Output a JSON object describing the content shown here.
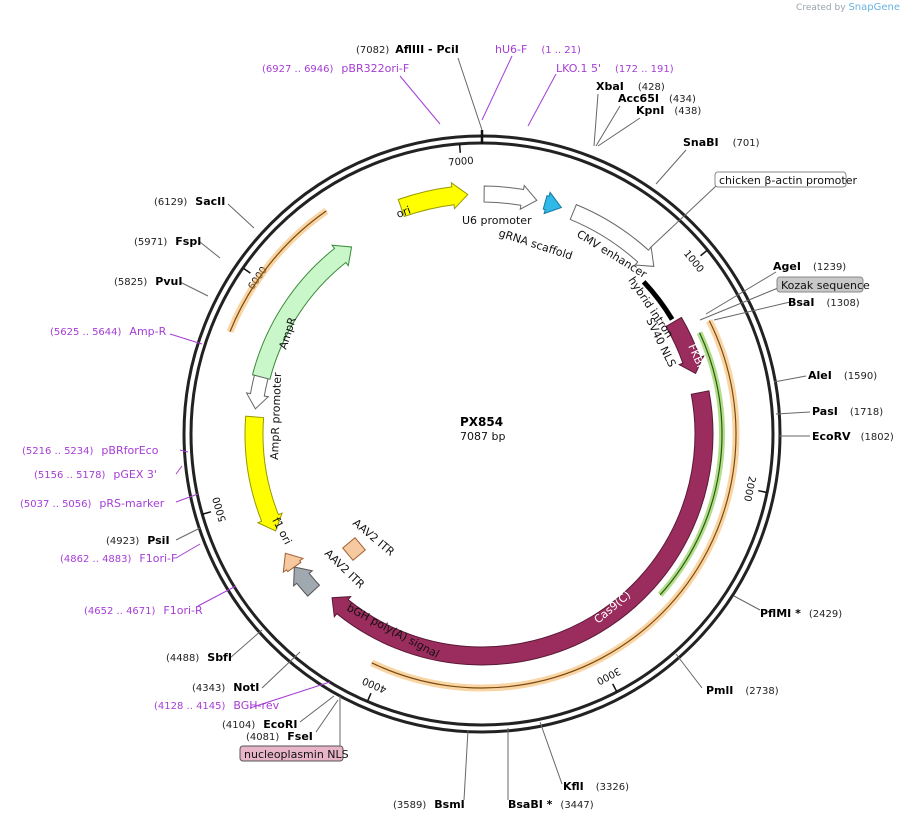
{
  "header": {
    "created_by": "Created by",
    "brand": "SnapGene"
  },
  "plasmid": {
    "name": "PX854",
    "length_label": "7087 bp",
    "length": 7087
  },
  "ticks": [
    "1000",
    "2000",
    "3000",
    "4000",
    "5000",
    "6000",
    "7000"
  ],
  "sites": [
    {
      "name": "AflIII",
      "sep": " - ",
      "name2": "PciI",
      "pos": "(7082)",
      "bp": 7082
    },
    {
      "name": "XbaI",
      "pos": "(428)",
      "bp": 428
    },
    {
      "name": "Acc65I",
      "pos": "(434)",
      "bp": 434
    },
    {
      "name": "KpnI",
      "pos": "(438)",
      "bp": 438
    },
    {
      "name": "SnaBI",
      "pos": "(701)",
      "bp": 701
    },
    {
      "name": "AgeI",
      "pos": "(1239)",
      "bp": 1239
    },
    {
      "name": "BsaI",
      "pos": "(1308)",
      "bp": 1308
    },
    {
      "name": "AleI",
      "pos": "(1590)",
      "bp": 1590
    },
    {
      "name": "PasI",
      "pos": "(1718)",
      "bp": 1718
    },
    {
      "name": "EcoRV",
      "pos": "(1802)",
      "bp": 1802
    },
    {
      "name": "PflMI *",
      "pos": "(2429)",
      "bp": 2429
    },
    {
      "name": "PmlI",
      "pos": "(2738)",
      "bp": 2738
    },
    {
      "name": "KflI",
      "pos": "(3326)",
      "bp": 3326
    },
    {
      "name": "BsaBI *",
      "pos": "(3447)",
      "bp": 3447
    },
    {
      "name": "BsmI",
      "pos": "(3589)",
      "bp": 3589
    },
    {
      "name": "FseI",
      "pos": "(4081)",
      "bp": 4081
    },
    {
      "name": "EcoRI",
      "pos": "(4104)",
      "bp": 4104
    },
    {
      "name": "NotI",
      "pos": "(4343)",
      "bp": 4343
    },
    {
      "name": "SbfI",
      "pos": "(4488)",
      "bp": 4488
    },
    {
      "name": "PsiI",
      "pos": "(4923)",
      "bp": 4923
    },
    {
      "name": "PvuI",
      "pos": "(5825)",
      "bp": 5825
    },
    {
      "name": "FspI",
      "pos": "(5971)",
      "bp": 5971
    },
    {
      "name": "SacII",
      "pos": "(6129)",
      "bp": 6129
    }
  ],
  "primers": [
    {
      "name": "hU6-F",
      "range": "(1 .. 21)"
    },
    {
      "name": "LKO.1 5'",
      "range": "(172 .. 191)"
    },
    {
      "name": "pBR322ori-F",
      "range": "(6927 .. 6946)"
    },
    {
      "name": "Amp-R",
      "range": "(5625 .. 5644)"
    },
    {
      "name": "pBRforEco",
      "range": "(5216 .. 5234)"
    },
    {
      "name": "pGEX 3'",
      "range": "(5156 .. 5178)"
    },
    {
      "name": "pRS-marker",
      "range": "(5037 .. 5056)"
    },
    {
      "name": "F1ori-F",
      "range": "(4862 .. 4883)"
    },
    {
      "name": "F1ori-R",
      "range": "(4652 .. 4671)"
    },
    {
      "name": "BGH-rev",
      "range": "(4128 .. 4145)"
    }
  ],
  "boxed_labels": {
    "chicken_actin": "chicken β-actin promoter",
    "kozak": "Kozak sequence",
    "nucleoplasmin": "nucleoplasmin NLS"
  },
  "features": {
    "ori": "ori",
    "u6": "U6 promoter",
    "grna": "gRNA scaffold",
    "cmv": "CMV enhancer",
    "hybrid": "hybrid intron",
    "sv40": "SV40 NLS",
    "fkbp": "FKBP",
    "cas9": "Cas9(C)",
    "bgh": "bGH poly(A) signal",
    "aav2a": "AAV2 ITR",
    "aav2b": "AAV2 ITR",
    "f1": "f1 ori",
    "ampr": "AmpR",
    "amprp": "AmpR promoter"
  },
  "colors": {
    "site_text": "#000000",
    "primer": "#a63dd6",
    "ori": "#ffff00",
    "fkbp": "#9b2c5e",
    "cas9": "#9b2c5e",
    "ampr": "#c9f7c9",
    "grna": "#2fb8e8",
    "aav2": "#f7c9a0",
    "bgh": "#a0a8b0",
    "orange_track": "#f5b25a",
    "green_track": "#7ec63c",
    "nucleoplasmin": "#e8b4c8"
  }
}
